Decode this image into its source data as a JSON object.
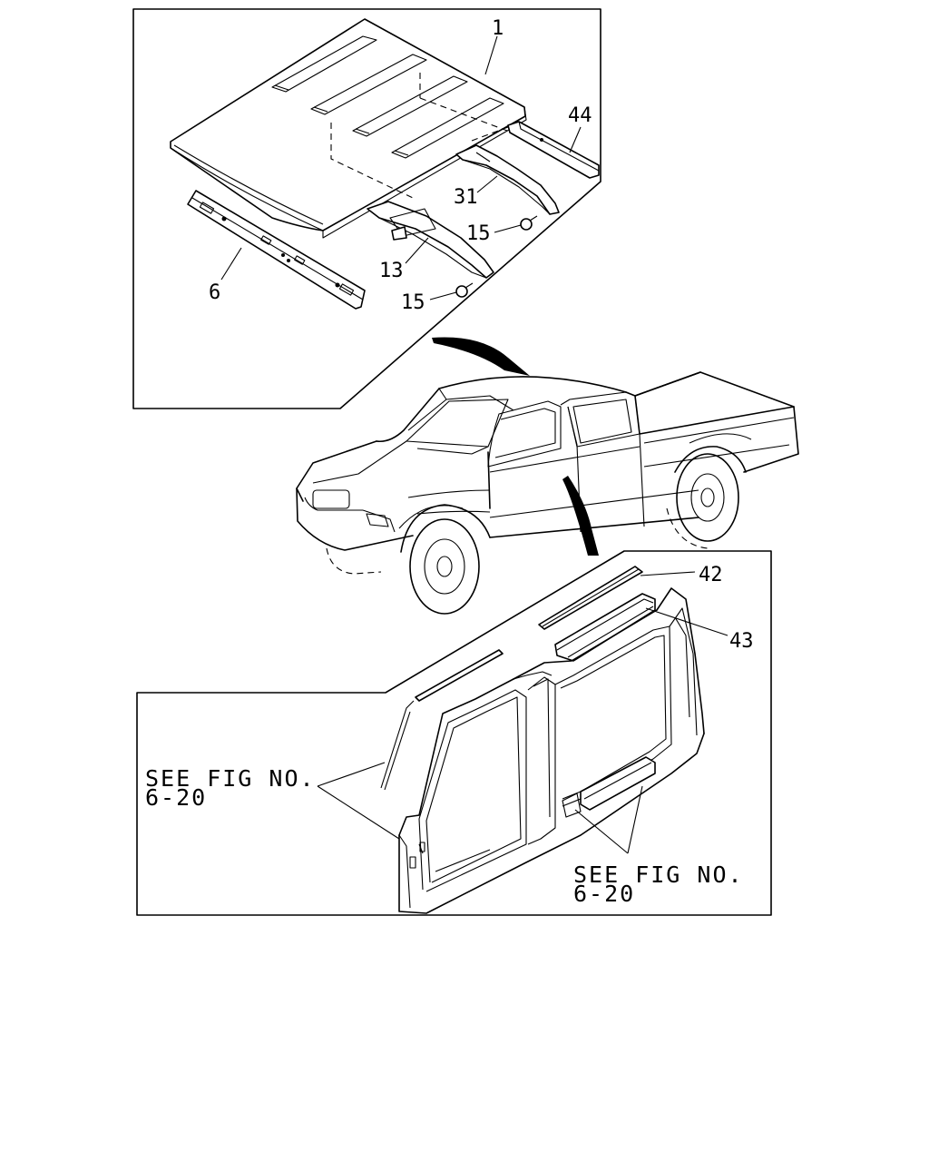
{
  "callouts": {
    "c1": "1",
    "c44": "44",
    "c31": "31",
    "c15a": "15",
    "c13": "13",
    "c15b": "15",
    "c6": "6",
    "c42": "42",
    "c43": "43"
  },
  "references": {
    "left": {
      "line1": "SEE FIG NO.",
      "line2": "6-20"
    },
    "right": {
      "line1": "SEE FIG NO.",
      "line2": "6-20"
    }
  }
}
